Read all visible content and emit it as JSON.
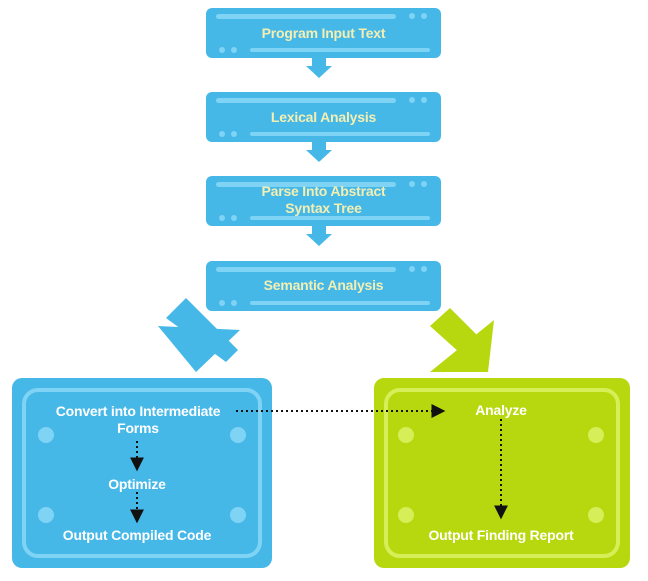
{
  "colors": {
    "blue": "#46b8e8",
    "blue_light": "#7fd3f4",
    "green": "#b7d80f",
    "green_light": "#d6ee57",
    "text_yellow": "#f3efb2",
    "arrow_dark": "#111111"
  },
  "diagram": {
    "steps": [
      "Program Input Text",
      "Lexical Analysis",
      "Parse Into Abstract Syntax Tree",
      "Semantic Analysis"
    ],
    "compiler_box": {
      "convert": "Convert into Intermediate Forms",
      "optimize": "Optimize",
      "output": "Output Compiled Code"
    },
    "analyzer_box": {
      "analyze": "Analyze",
      "output": "Output Finding Report"
    }
  }
}
